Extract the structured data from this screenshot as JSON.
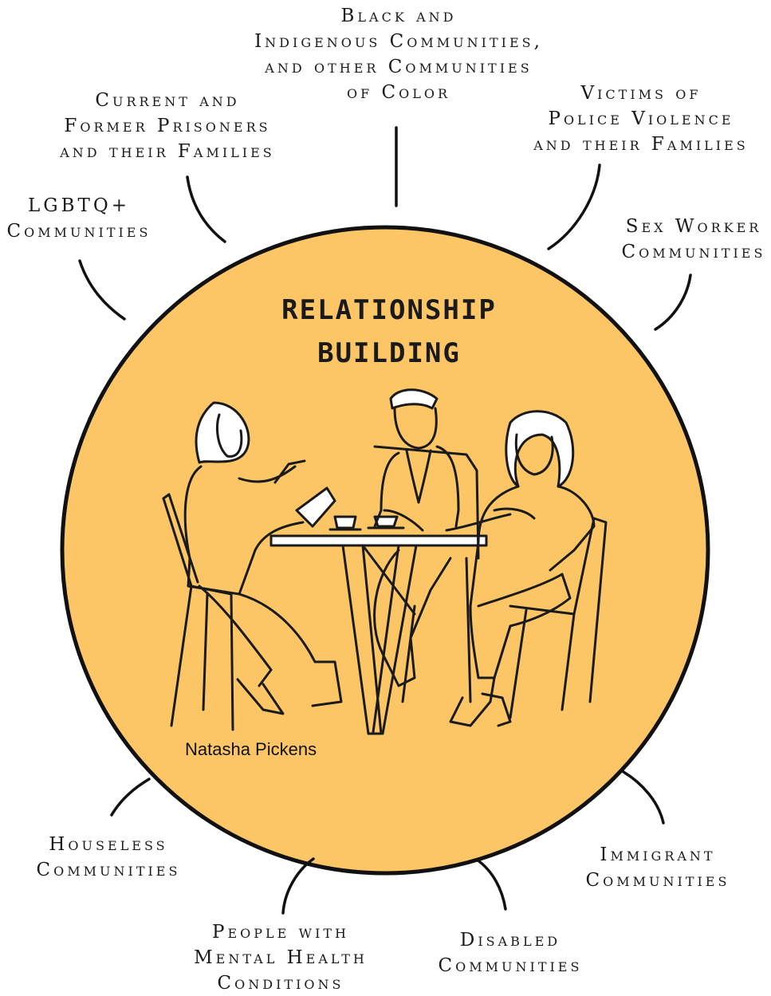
{
  "center": {
    "title_lines": [
      "RELATIONSHIP",
      "BUILDING"
    ],
    "credit": "Natasha Pickens",
    "fill_color": "#FCC666",
    "stroke_color": "#111111"
  },
  "communities": {
    "black_indigenous": [
      "Black and",
      "Indigenous Communities,",
      "and other Communities",
      "of Color"
    ],
    "prisoners": [
      "Current and",
      "Former Prisoners",
      "and their Families"
    ],
    "police_violence": [
      "Victims of",
      "Police Violence",
      "and their Families"
    ],
    "lgbtq": [
      "LGBTQ+",
      "Communities"
    ],
    "sex_worker": [
      "Sex Worker",
      "Communities"
    ],
    "houseless": [
      "Houseless",
      "Communities"
    ],
    "immigrant": [
      "Immigrant",
      "Communities"
    ],
    "mental_health": [
      "People with",
      "Mental Health",
      "Conditions"
    ],
    "disabled": [
      "Disabled",
      "Communities"
    ]
  },
  "illustration": "three people talking around a cafe table"
}
